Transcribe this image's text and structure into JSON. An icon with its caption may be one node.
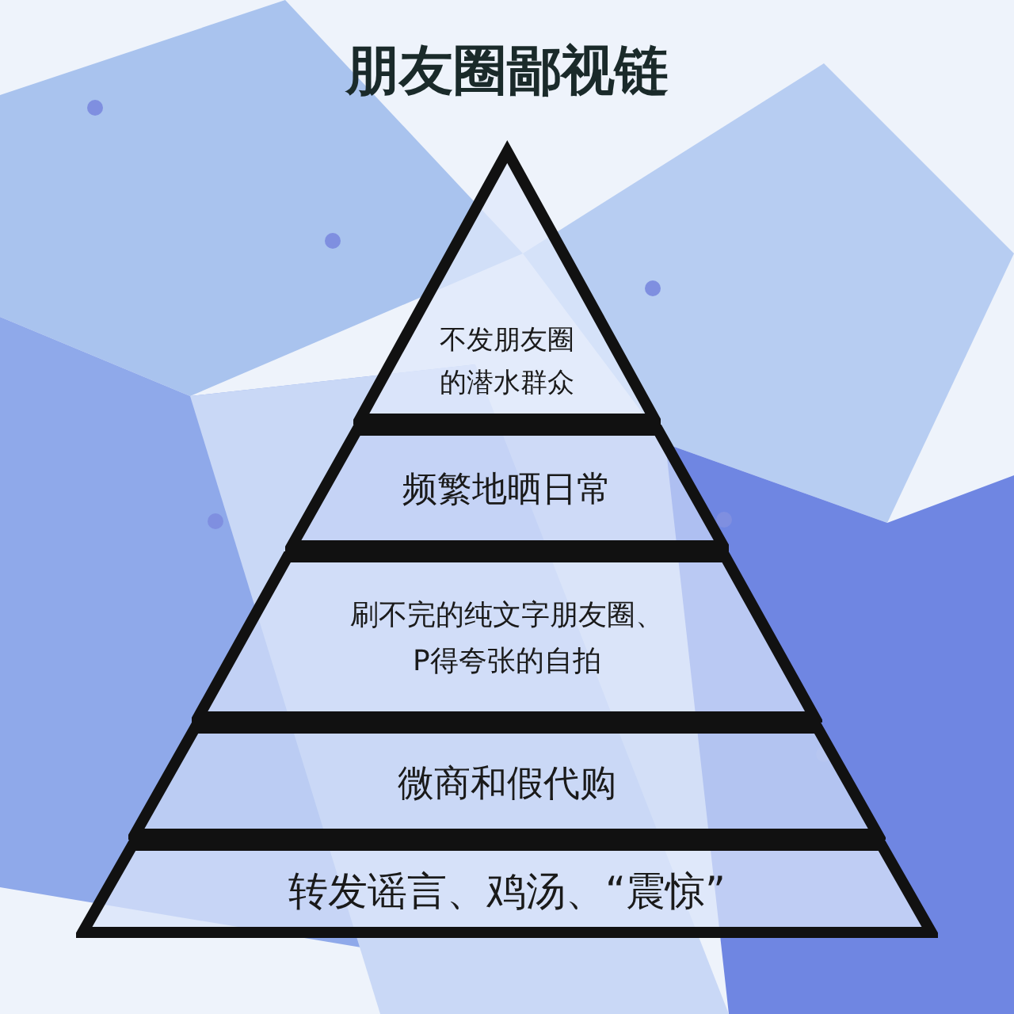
{
  "diagram": {
    "title": "朋友圈鄙视链",
    "nodes": [
      {
        "text": [
          "不发朋友圈的潜水群众"
        ]
      },
      {
        "text": [
          "频繁地晒日常"
        ]
      },
      {
        "text": [
          "刷不完的纯文字朋友圈、P得夸张的自拍"
        ]
      },
      {
        "text": [
          "微商和假代购"
        ]
      },
      {
        "text": [
          "转发谣言、鸡汤、“震惊”"
        ]
      }
    ]
  }
}
